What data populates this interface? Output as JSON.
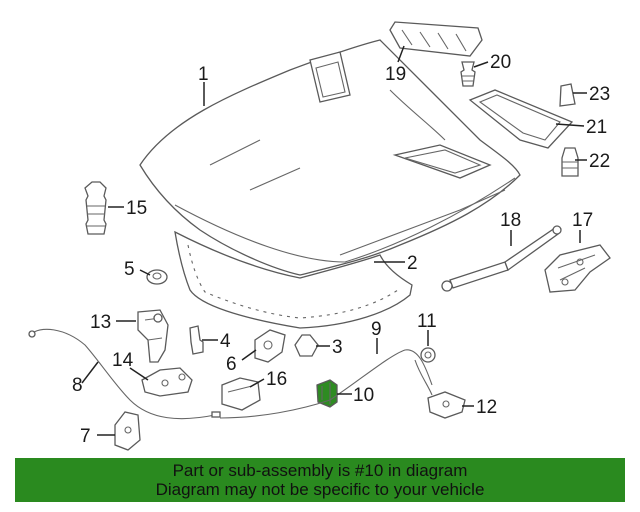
{
  "callouts": {
    "c1": "1",
    "c2": "2",
    "c3": "3",
    "c4": "4",
    "c5": "5",
    "c6": "6",
    "c7": "7",
    "c8": "8",
    "c9": "9",
    "c10": "10",
    "c11": "11",
    "c12": "12",
    "c13": "13",
    "c14": "14",
    "c15": "15",
    "c16": "16",
    "c17": "17",
    "c18": "18",
    "c19": "19",
    "c20": "20",
    "c21": "21",
    "c22": "22",
    "c23": "23"
  },
  "highlight_color": "#2e8b22",
  "banner": {
    "line1": "Part or sub-assembly is #10 in diagram",
    "line2": "Diagram may not be specific to your vehicle",
    "color": "#2a8a1f"
  }
}
